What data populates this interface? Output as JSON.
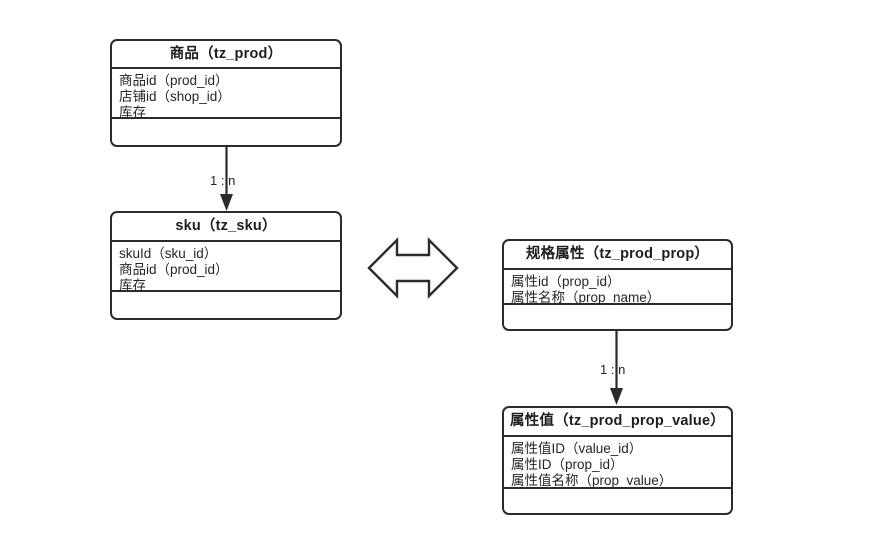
{
  "diagram": {
    "title_text": "",
    "background_color": "#ffffff",
    "line_color": "#2b2b2b",
    "text_color": "#262626",
    "entities": [
      {
        "id": "prod",
        "header": "商品（tz_prod）",
        "fields": [
          "商品id（prod_id）",
          "店铺id（shop_id）",
          "库存"
        ],
        "methods": []
      },
      {
        "id": "sku",
        "header": "sku（tz_sku）",
        "fields": [
          "skuId（sku_id）",
          "商品id（prod_id）",
          "库存"
        ],
        "methods": []
      },
      {
        "id": "prop",
        "header": "规格属性（tz_prod_prop）",
        "fields": [
          "属性id（prop_id）",
          "属性名称（prop_name）"
        ],
        "methods": []
      },
      {
        "id": "prop_value",
        "header": "属性值（tz_prod_prop_value）",
        "fields": [
          "属性值ID（value_id）",
          "属性ID（prop_id）",
          "属性值名称（prop_value）"
        ],
        "methods": []
      }
    ],
    "relations": [
      {
        "id": "prod-to-sku",
        "from": "prod",
        "to": "sku",
        "cardinality": "1 : n",
        "style": "solid-arrow-down"
      },
      {
        "id": "prop-to-prop-value",
        "from": "prop",
        "to": "prop_value",
        "cardinality": "1 : n",
        "style": "solid-arrow-down"
      },
      {
        "id": "sku-to-prop",
        "from": "sku",
        "to": "prop",
        "cardinality": "",
        "style": "bidirectional-block-arrow"
      }
    ]
  }
}
